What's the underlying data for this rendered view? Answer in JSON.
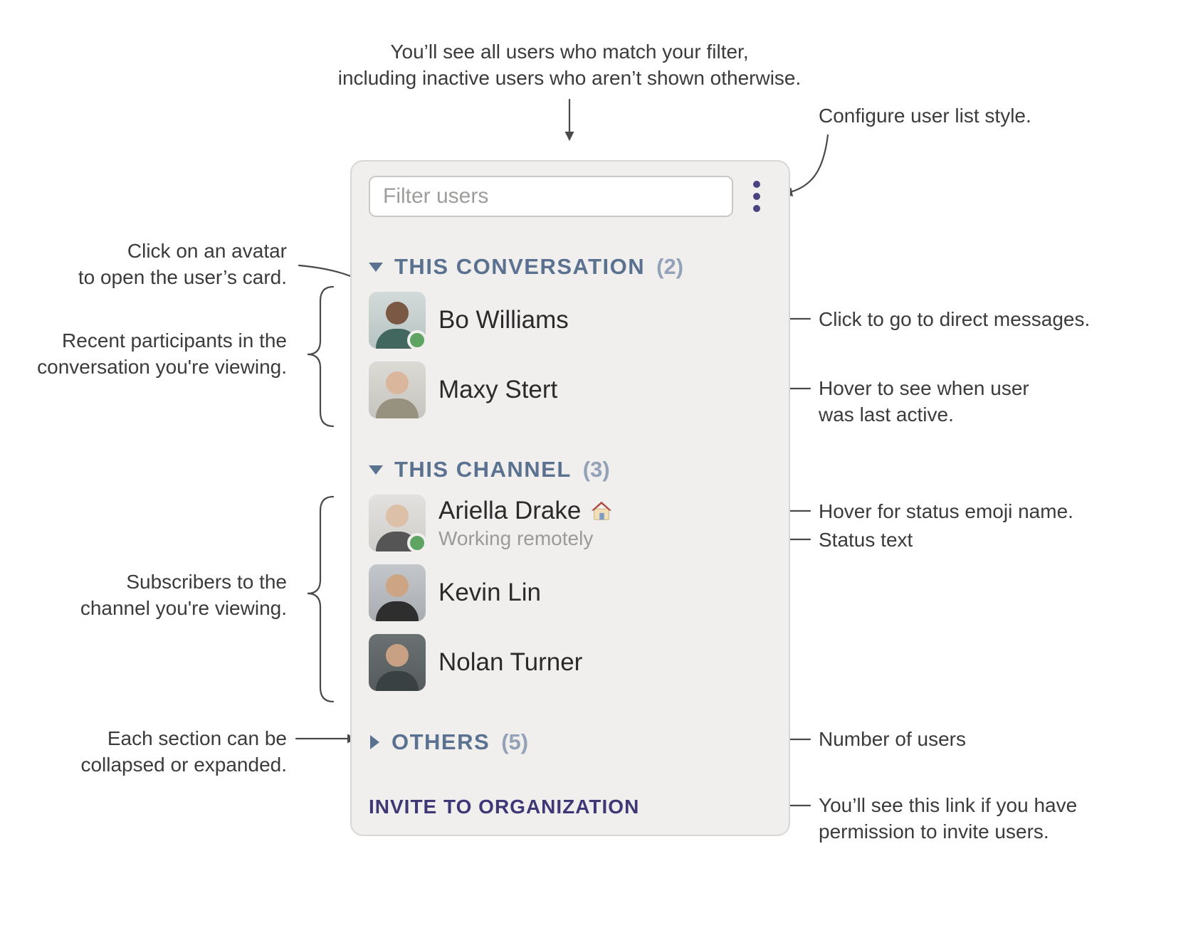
{
  "panel": {
    "filter": {
      "placeholder": "Filter users"
    },
    "sections": [
      {
        "label": "THIS CONVERSATION",
        "count": "(2)",
        "state": "expanded",
        "users": [
          {
            "name": "Bo Williams",
            "online": true
          },
          {
            "name": "Maxy Stert",
            "online": false
          }
        ]
      },
      {
        "label": "THIS CHANNEL",
        "count": "(3)",
        "state": "expanded",
        "users": [
          {
            "name": "Ariella Drake",
            "status_emoji": "🏠",
            "status_text": "Working remotely",
            "online": true
          },
          {
            "name": "Kevin Lin",
            "online": false
          },
          {
            "name": "Nolan Turner",
            "online": false
          }
        ]
      },
      {
        "label": "OTHERS",
        "count": "(5)",
        "state": "collapsed",
        "users": []
      }
    ],
    "invite_link": "INVITE TO ORGANIZATION"
  },
  "annotations": {
    "filter_note": [
      "You’ll see all users who match your filter,",
      "including inactive users who aren’t shown otherwise."
    ],
    "configure_note": "Configure user list style.",
    "avatar_note": [
      "Click on an avatar",
      "to open the user’s card."
    ],
    "participants_note": [
      "Recent participants in the",
      "conversation you're viewing."
    ],
    "dm_note": "Click to go to direct messages.",
    "last_active_note": [
      "Hover to see when user",
      "was last active."
    ],
    "status_emoji_note": "Hover for status emoji name.",
    "status_text_note": "Status text",
    "subscribers_note": [
      "Subscribers to the",
      "channel you're viewing."
    ],
    "collapse_note": [
      "Each section can be",
      "collapsed or expanded."
    ],
    "count_note": "Number of users",
    "invite_note": [
      "You’ll see this link if you have",
      "permission to invite users."
    ]
  },
  "icons": {
    "menu": "kebab-menu-icon",
    "section_expanded": "triangle-down-icon",
    "section_collapsed": "triangle-right-icon",
    "presence": "online-status-dot",
    "status_emoji": "house-emoji"
  },
  "colors": {
    "panel_background": "#f0efee",
    "section_header": "#5a7190",
    "section_count": "#93a2b6",
    "invite_link": "#3e3876",
    "online_dot": "#5fa463",
    "menu_icon": "#4a4380",
    "status_text": "#9a9a9a",
    "connector": "#4a4a4a"
  }
}
